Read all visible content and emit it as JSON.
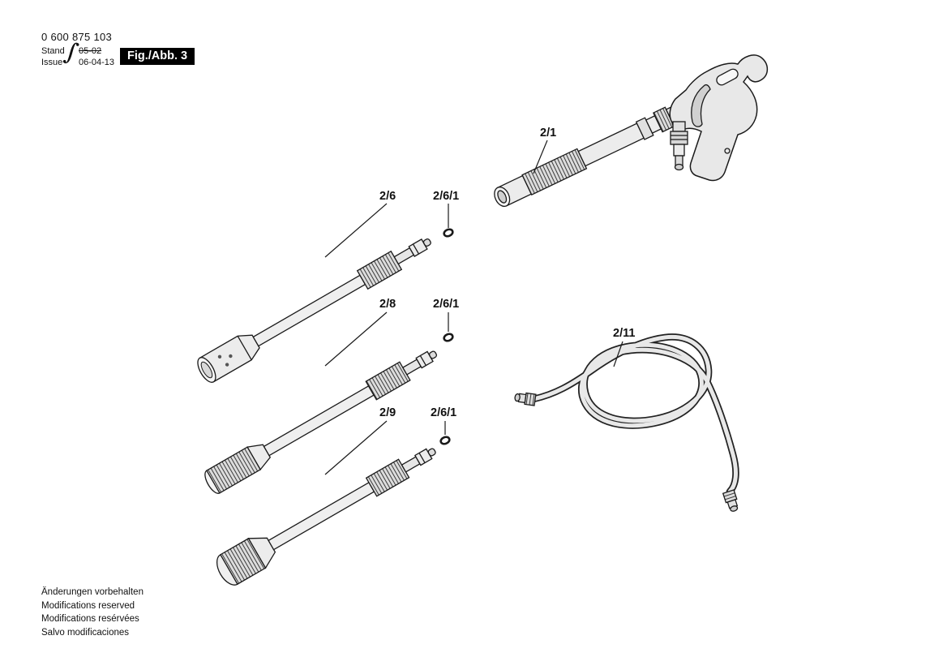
{
  "doc": {
    "part_number": "0 600 875 103",
    "stand_label": "Stand",
    "stand_value": "05-02",
    "issue_label": "Issue",
    "issue_value": "06-04-13",
    "revision_mark": "∫",
    "figure_label": "Fig./Abb. 3"
  },
  "callouts": {
    "gun": "2/1",
    "lance_top": "2/6",
    "o_ring": "2/6/1",
    "lance_middle": "2/8",
    "lance_bottom": "2/9",
    "hose": "2/11"
  },
  "footer": {
    "lines": [
      "Änderungen vorbehalten",
      "Modifications reserved",
      "Modifications resérvées",
      "Salvo modificaciones"
    ]
  },
  "colors": {
    "line": "#1a1a1a",
    "fill_light": "#ececec",
    "fill_mid": "#d8d8d8",
    "badge_bg": "#000000",
    "badge_fg": "#ffffff"
  }
}
